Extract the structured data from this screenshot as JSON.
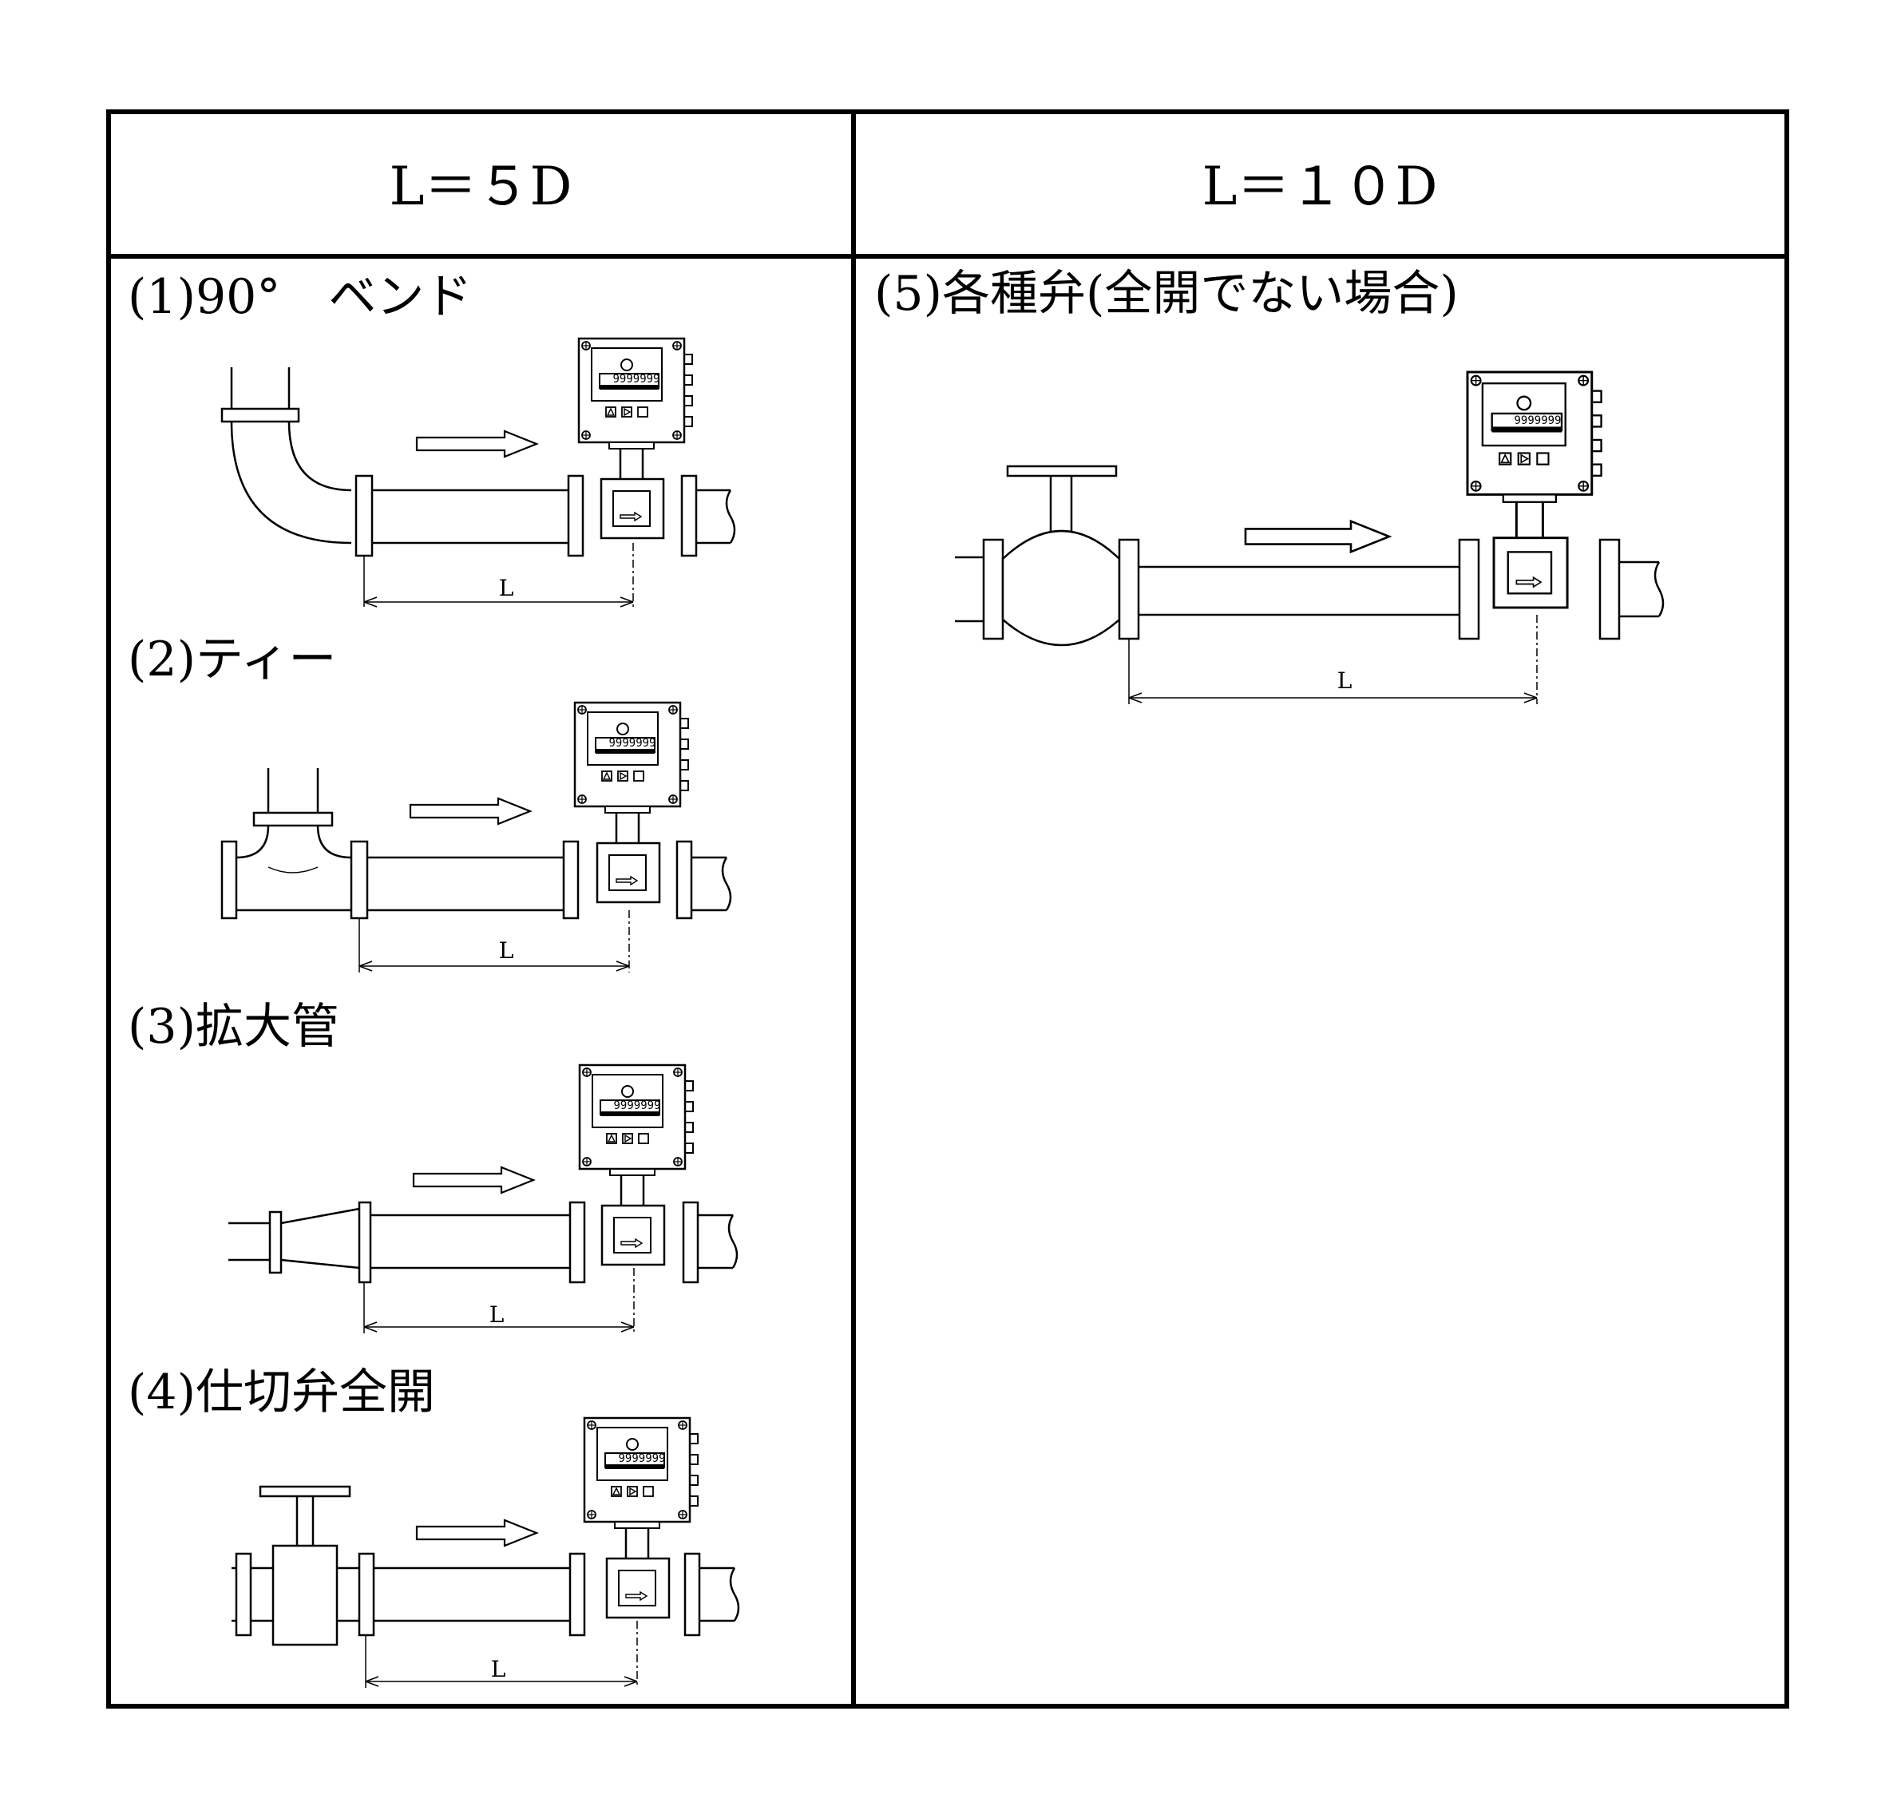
{
  "table": {
    "header_left": "L＝５D",
    "header_right": "L＝１０D"
  },
  "sections": [
    {
      "id": "bend",
      "title": "(1)90°　ベンド",
      "dim_label": "L"
    },
    {
      "id": "tee",
      "title": "(2)ティー",
      "dim_label": "L"
    },
    {
      "id": "expander",
      "title": "(3)拡大管",
      "dim_label": "L"
    },
    {
      "id": "gate-valve",
      "title": "(4)仕切弁全開",
      "dim_label": "L"
    },
    {
      "id": "valves",
      "title": "(5)各種弁(全開でない場合)",
      "dim_label": "L"
    }
  ],
  "meter": {
    "display_digits": "9999999"
  }
}
